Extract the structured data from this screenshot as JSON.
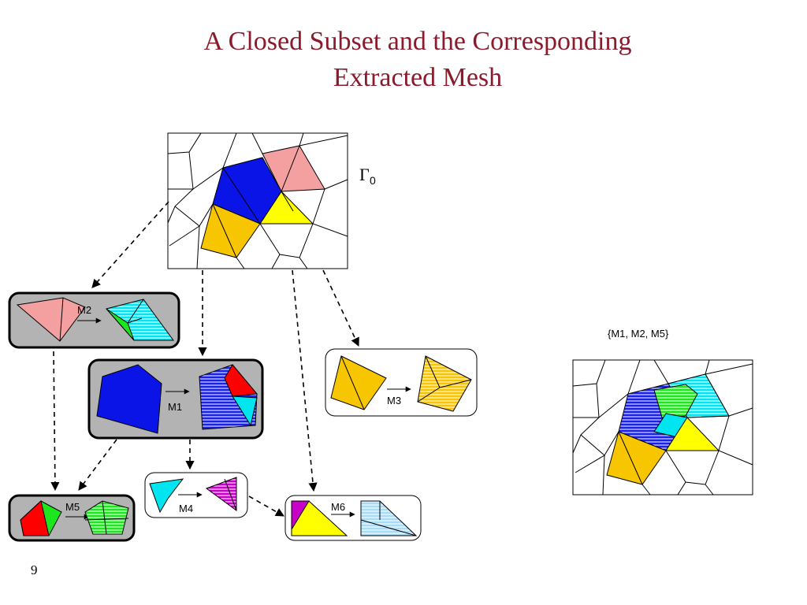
{
  "title": {
    "line1": "A Closed Subset and the Corresponding",
    "line2": "Extracted Mesh"
  },
  "gamma_label": {
    "symbol": "Γ",
    "subscript": "0"
  },
  "operations": {
    "m1": "M1",
    "m2": "M2",
    "m3": "M3",
    "m4": "M4",
    "m5": "M5",
    "m6": "M6"
  },
  "result_label": "{M1, M2, M5}",
  "page_number": "9",
  "colors": {
    "title": "#8b1a2c",
    "blue": "#0a14e6",
    "pink": "#f4a0a0",
    "yellow": "#ffff00",
    "gold": "#f7c600",
    "cyan": "#00e5f0",
    "green": "#1ee61e",
    "red": "#ff0000",
    "magenta": "#c800c8",
    "lightblue": "#a8dcf5",
    "box_gray": "#b3b3b3"
  }
}
